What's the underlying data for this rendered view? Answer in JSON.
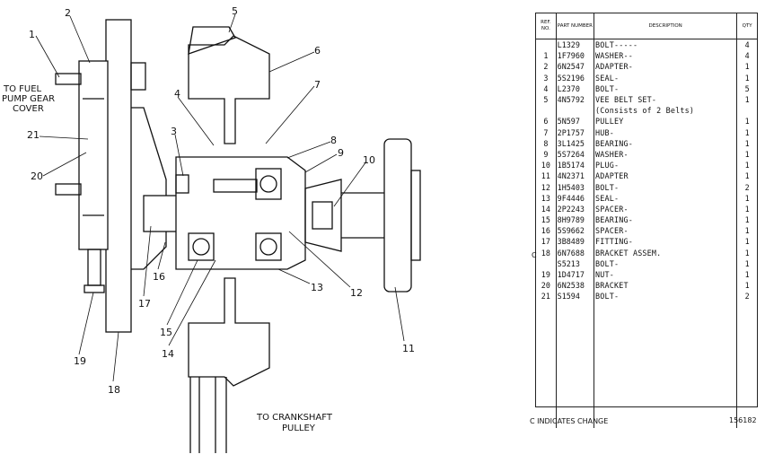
{
  "drawing": {
    "callouts": [
      "1",
      "2",
      "3",
      "4",
      "5",
      "6",
      "7",
      "8",
      "9",
      "10",
      "11",
      "12",
      "13",
      "14",
      "15",
      "16",
      "17",
      "18",
      "19",
      "20",
      "21"
    ],
    "label_fuel_pump": [
      "TO FUEL",
      "PUMP GEAR",
      "COVER"
    ],
    "label_crankshaft": [
      "TO CRANKSHAFT",
      "PULLEY"
    ]
  },
  "parts_list": {
    "headers": {
      "ref": "REF. NO.",
      "part": "PART NUMBER",
      "desc": "DESCRIPTION",
      "qty": "QTY"
    },
    "rows": [
      {
        "ref": "",
        "part": "L1329",
        "desc": "BOLT-----",
        "qty": "4"
      },
      {
        "ref": "1",
        "part": "1F7960",
        "desc": "WASHER--",
        "qty": "4"
      },
      {
        "ref": "2",
        "part": "6N2547",
        "desc": "ADAPTER-",
        "qty": "1"
      },
      {
        "ref": "3",
        "part": "5S2196",
        "desc": "SEAL-",
        "qty": "1"
      },
      {
        "ref": "4",
        "part": "L2370",
        "desc": "BOLT-",
        "qty": "5"
      },
      {
        "ref": "5",
        "part": "4N5792",
        "desc": "VEE BELT SET-",
        "qty": "1"
      },
      {
        "ref": "",
        "part": "",
        "desc": "(Consists of 2 Belts)",
        "qty": ""
      },
      {
        "ref": "6",
        "part": "5N597",
        "desc": "PULLEY",
        "qty": "1"
      },
      {
        "ref": "7",
        "part": "2P1757",
        "desc": "HUB-",
        "qty": "1"
      },
      {
        "ref": "8",
        "part": "3L1425",
        "desc": "BEARING-",
        "qty": "1"
      },
      {
        "ref": "9",
        "part": "5S7264",
        "desc": "WASHER-",
        "qty": "1"
      },
      {
        "ref": "10",
        "part": "1B5174",
        "desc": "PLUG-",
        "qty": "1"
      },
      {
        "ref": "11",
        "part": "4N2371",
        "desc": "ADAPTER",
        "qty": "1"
      },
      {
        "ref": "12",
        "part": "1H5403",
        "desc": "BOLT-",
        "qty": "2"
      },
      {
        "ref": "13",
        "part": "9F4446",
        "desc": "SEAL-",
        "qty": "1"
      },
      {
        "ref": "14",
        "part": "2P2243",
        "desc": "SPACER-",
        "qty": "1"
      },
      {
        "ref": "15",
        "part": "8H9789",
        "desc": "BEARING-",
        "qty": "1"
      },
      {
        "ref": "16",
        "part": "5S9662",
        "desc": "SPACER-",
        "qty": "1"
      },
      {
        "ref": "17",
        "part": "3B8489",
        "desc": "FITTING-",
        "qty": "1"
      },
      {
        "ref": "18",
        "part": "6N7688",
        "desc": "BRACKET ASSEM.",
        "qty": "1"
      },
      {
        "ref": "",
        "part": "S5213",
        "desc": "BOLT-",
        "qty": "1"
      },
      {
        "ref": "19",
        "part": "1D4717",
        "desc": "NUT-",
        "qty": "1"
      },
      {
        "ref": "20",
        "part": "6N2538",
        "desc": "BRACKET",
        "qty": "1"
      },
      {
        "ref": "21",
        "part": "S1594",
        "desc": "BOLT-",
        "qty": "2"
      }
    ],
    "change_mark": "C",
    "change_note": "C INDICATES CHANGE",
    "drawing_number": "156182"
  }
}
